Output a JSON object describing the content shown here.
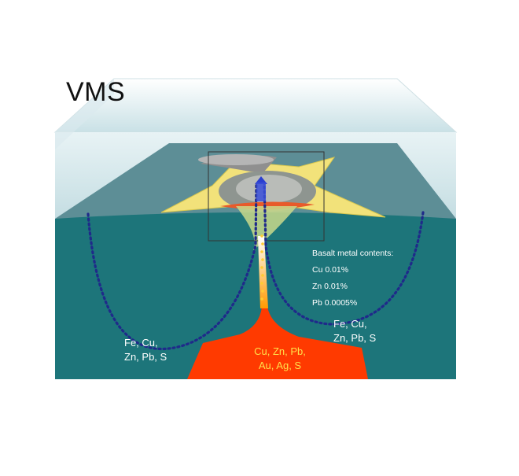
{
  "diagram": {
    "title": "VMS",
    "left_label": {
      "line1": "Fe, Cu,",
      "line2": "Zn, Pb, S"
    },
    "right_label": {
      "line1": "Fe, Cu,",
      "line2": "Zn, Pb, S"
    },
    "center_label": {
      "line1": "Cu, Zn, Pb,",
      "line2": "Au, Ag, S"
    },
    "basalt": {
      "heading": "Basalt metal contents:",
      "items": [
        "Cu 0.01%",
        "Zn 0.01%",
        "Pb 0.0005%"
      ]
    }
  },
  "colors": {
    "water_box": "#d9ebee",
    "seafloor_plane": "#5d8e96",
    "crust_front": "#1d757a",
    "magma": "#ff3a00",
    "mound": "#f2e27a",
    "fluid_path": "#1f2a8a"
  }
}
